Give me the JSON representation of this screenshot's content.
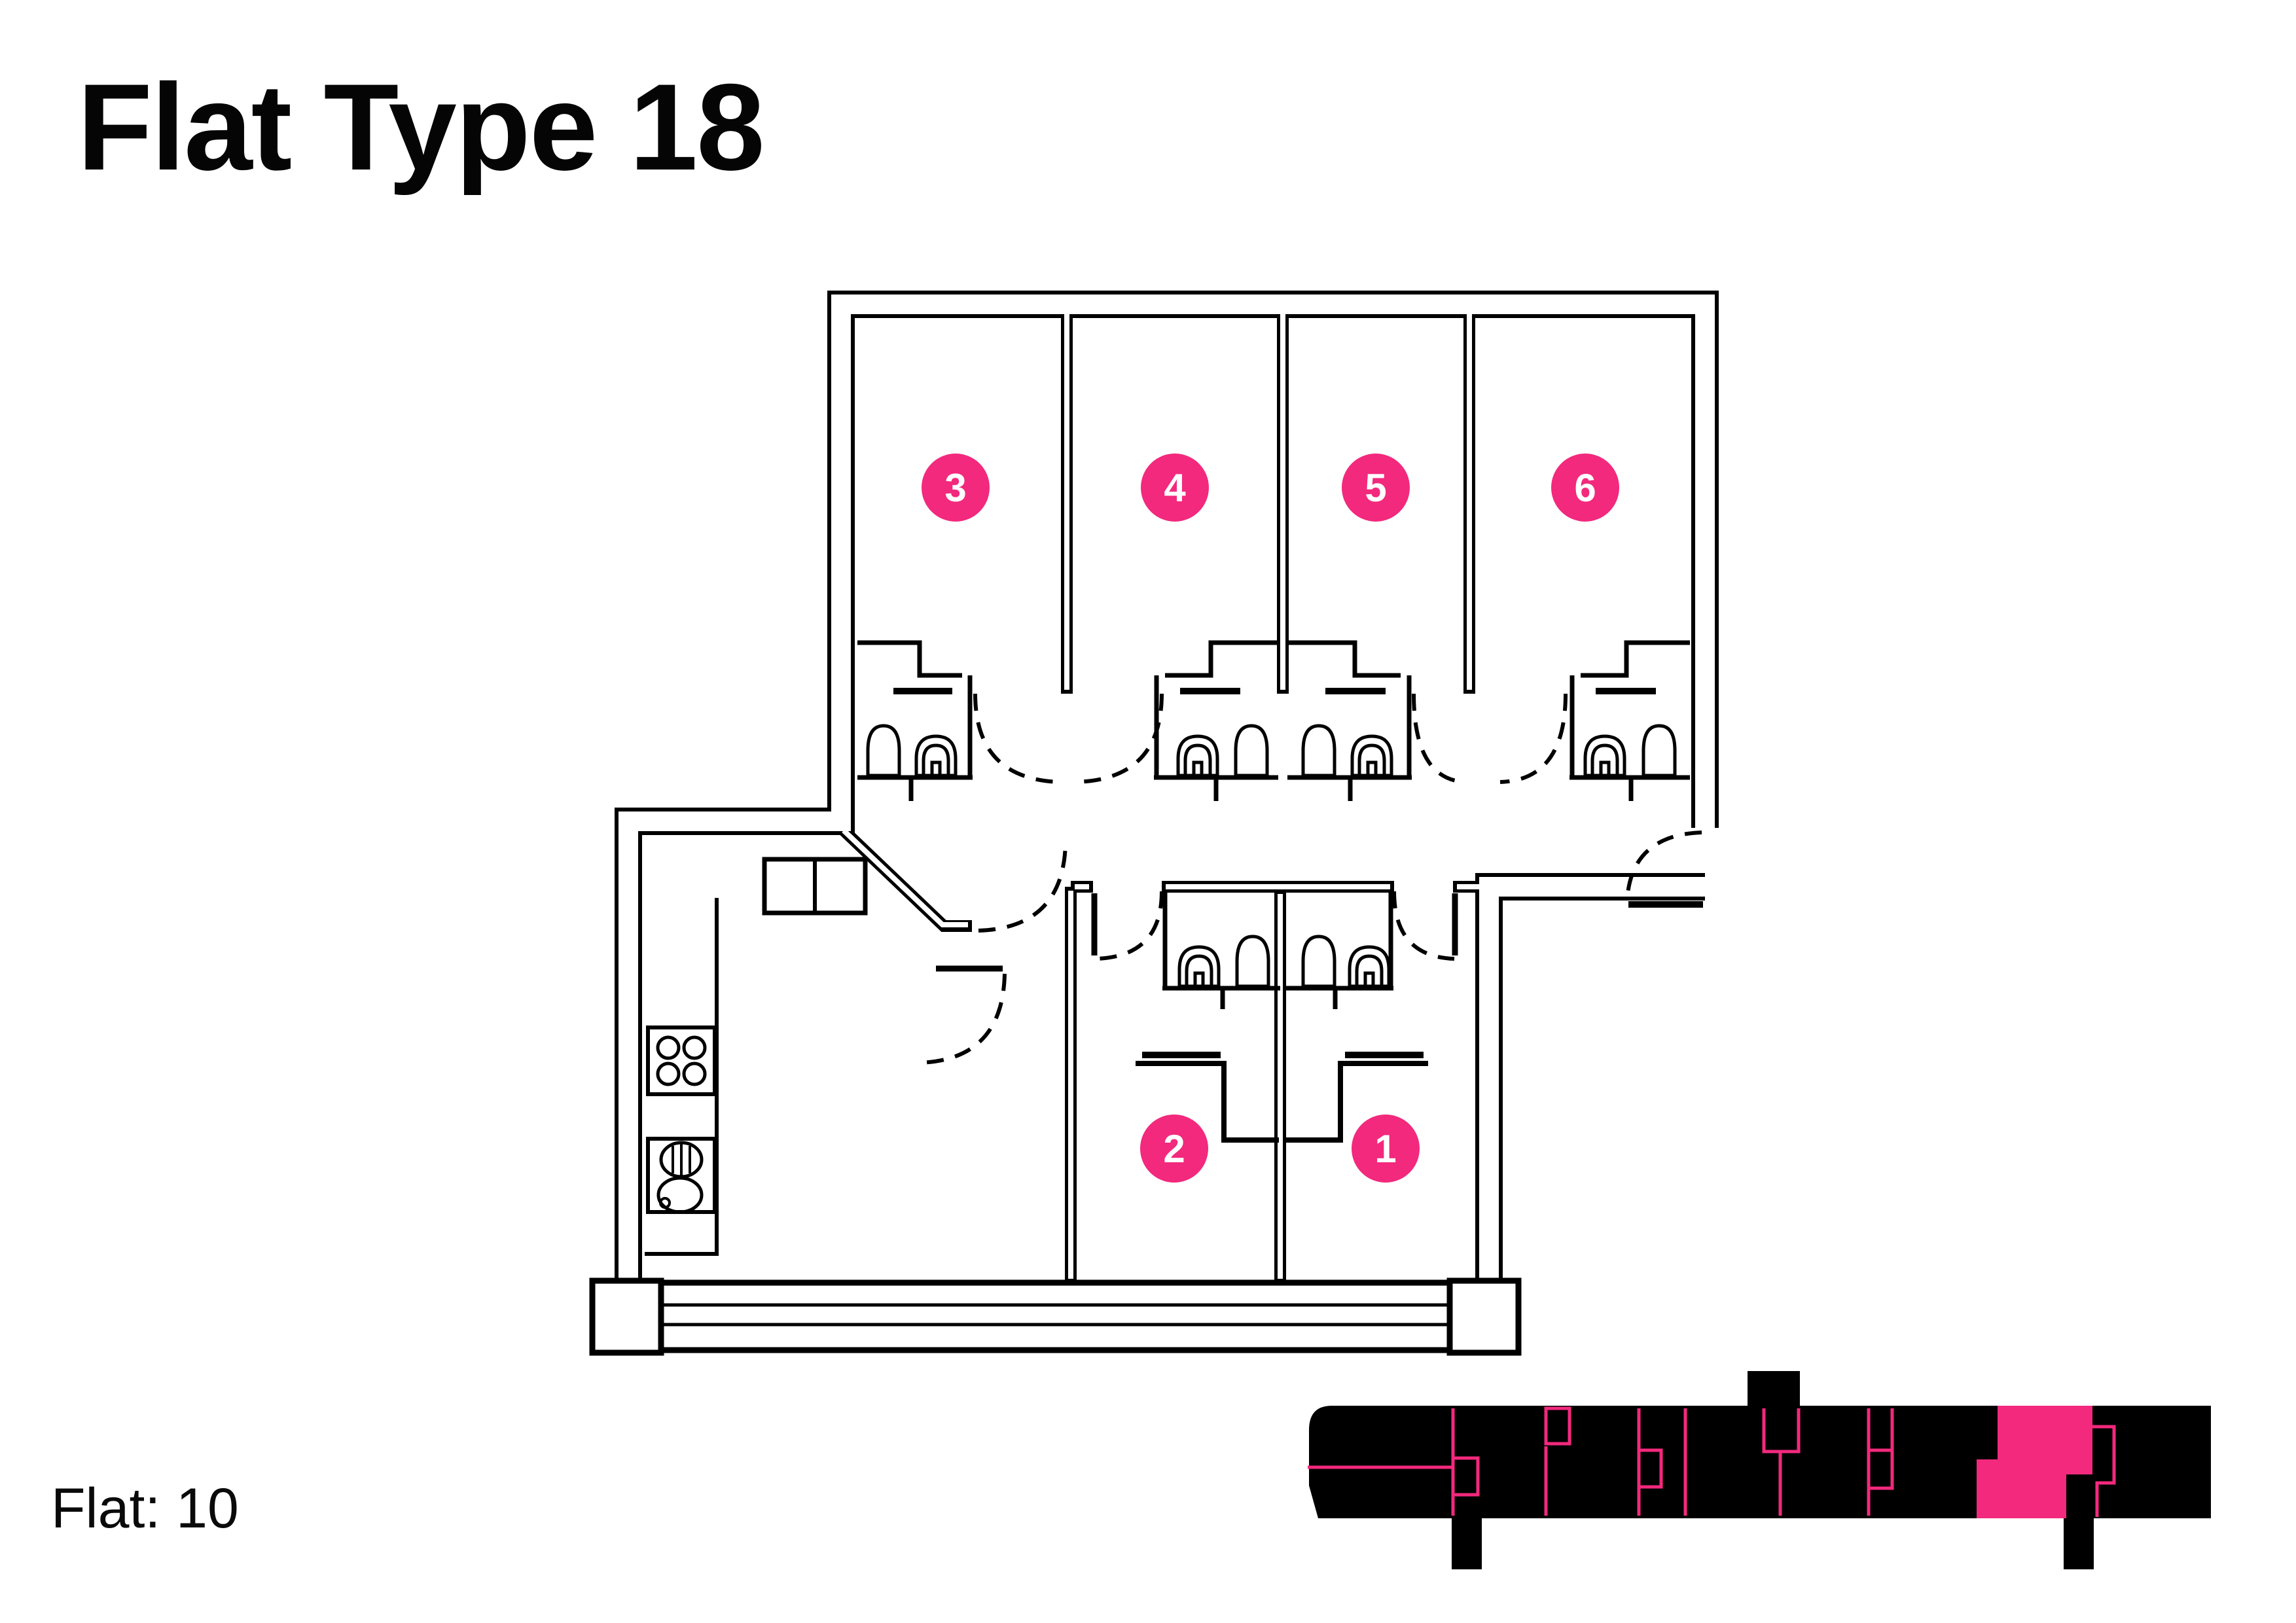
{
  "title": {
    "text": "Flat Type 18"
  },
  "flat_label": {
    "text": "Flat: 10"
  },
  "plan": {
    "room_labels": [
      "1",
      "2",
      "3",
      "4",
      "5",
      "6"
    ],
    "marker_color": "#F2297D",
    "marker_text_color": "#FFFFFF",
    "line_color": "#000000",
    "background": "#FFFFFF"
  },
  "footprint": {
    "building_color": "#000000",
    "highlight_color": "#F2297D"
  }
}
